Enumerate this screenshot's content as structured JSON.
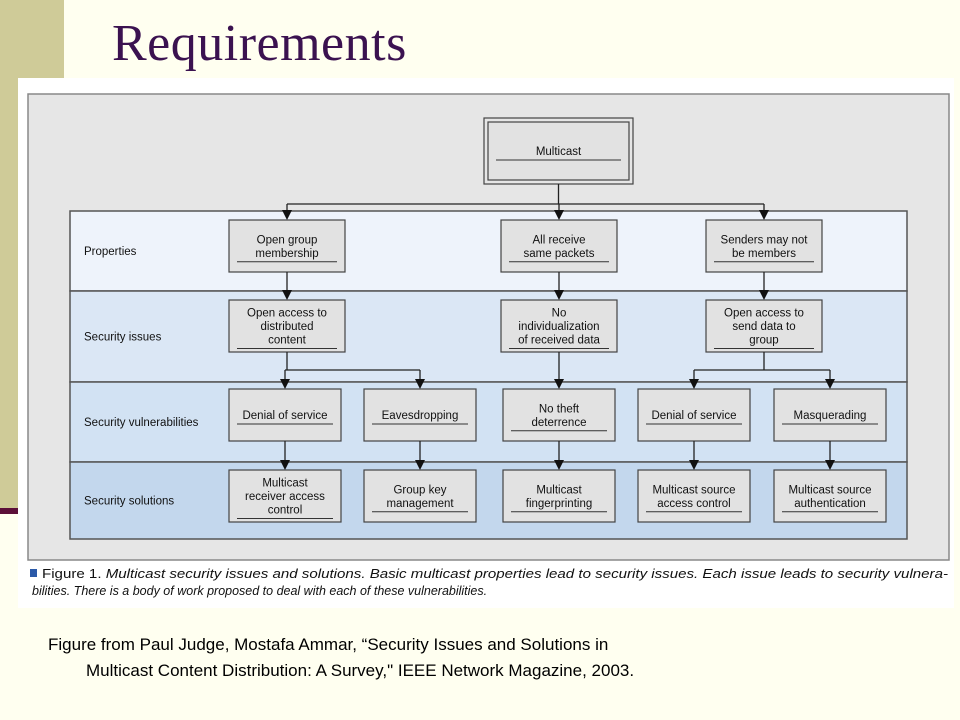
{
  "title": "Requirements",
  "diagram": {
    "root": "Multicast",
    "rows": [
      {
        "label": "Properties",
        "nodes": [
          [
            "Open group",
            "membership"
          ],
          [
            "All receive",
            "same packets"
          ],
          [
            "Senders may not",
            "be members"
          ]
        ]
      },
      {
        "label": "Security issues",
        "nodes": [
          [
            "Open access to",
            "distributed",
            "content"
          ],
          [
            "No",
            "individualization",
            "of received data"
          ],
          [
            "Open access to",
            "send data to",
            "group"
          ]
        ]
      },
      {
        "label": "Security vulnerabilities",
        "nodes": [
          [
            "Denial of  service"
          ],
          [
            "Eavesdropping"
          ],
          [
            "No theft",
            "deterrence"
          ],
          [
            "Denial of service"
          ],
          [
            "Masquerading"
          ]
        ]
      },
      {
        "label": "Security solutions",
        "nodes": [
          [
            "Multicast",
            "receiver access",
            "control"
          ],
          [
            "Group key",
            "management"
          ],
          [
            "Multicast",
            "fingerprinting"
          ],
          [
            "Multicast source",
            "access control"
          ],
          [
            "Multicast source",
            "authentication"
          ]
        ]
      }
    ],
    "caption": {
      "label": "Figure 1.",
      "line1": "Multicast security issues and solutions. Basic multicast properties lead to security issues. Each issue leads to security vulnera-",
      "line2": "bilities. There is a body of work proposed to deal with each of these vulnerabilities."
    },
    "colors": {
      "frame": "#e6e6e6",
      "properties_band": "#eef3fb",
      "issues_band": "#dbe7f5",
      "vulnerabilities_band": "#d2e2f3",
      "solutions_band": "#c3d7ed",
      "box": "#e2e2e2"
    }
  },
  "citation": {
    "line1": "Figure from Paul Judge, Mostafa Ammar,  “Security Issues and Solutions in",
    "line2": "Multicast Content Distribution: A Survey,\" IEEE Network Magazine, 2003."
  },
  "theme": {
    "title_color": "#3b1250",
    "sidebar_color": "#cfcb98",
    "accent_color": "#5c0f38",
    "background": "#fffff0"
  }
}
